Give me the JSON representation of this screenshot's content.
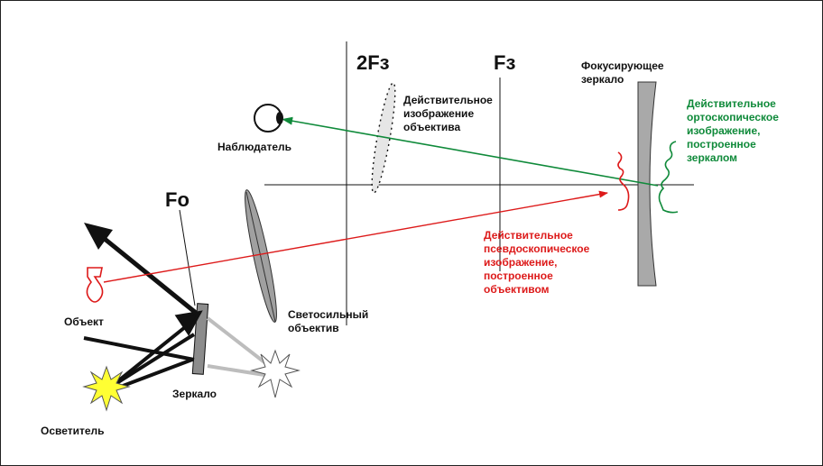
{
  "labels": {
    "two_f_mirror": "2Fз",
    "f_mirror": "Fз",
    "f_objective": "Fo",
    "focusing_mirror": [
      "Фокусирующее",
      "зеркало"
    ],
    "real_image_objective": [
      "Действительное",
      "изображение",
      "объектива"
    ],
    "observer": "Наблюдатель",
    "orthoscopic_image": [
      "Действительное",
      "ортоскопическое",
      "изображение,",
      "построенное",
      "зеркалом"
    ],
    "pseudoscopic_image": [
      "Действительное",
      "псевдоскопическое",
      "изображение,",
      "построенное",
      "объективом"
    ],
    "fast_objective": [
      "Светосильный",
      "объектив"
    ],
    "object": "Объект",
    "mirror": "Зеркало",
    "illuminator": "Осветитель"
  },
  "colors": {
    "red_ray": "#dd1a1a",
    "green_ray": "#0f8a3a",
    "black_ray": "#111111",
    "mirror_fill": "#a9a9a9",
    "lamp_fill": "#ffff33"
  }
}
